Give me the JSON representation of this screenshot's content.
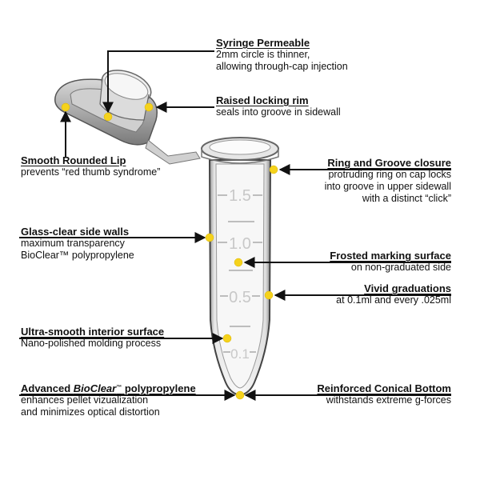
{
  "figure": {
    "subject": "microcentrifuge-tube-1.5ml",
    "accent_color": "#f5d21c",
    "line_color": "#111111",
    "graduations": [
      "1.5",
      "1.0",
      "0.5",
      "0.1"
    ]
  },
  "callouts": [
    {
      "id": "syringe",
      "title": "Syringe Permeable",
      "desc": [
        "2mm circle is thinner,",
        "allowing through-cap injection"
      ],
      "side": "right"
    },
    {
      "id": "rim",
      "title": "Raised locking rim",
      "desc": [
        "seals into groove in sidewall"
      ],
      "side": "right"
    },
    {
      "id": "lip",
      "title": "Smooth Rounded Lip",
      "desc": [
        "prevents “red thumb syndrome”"
      ],
      "side": "left"
    },
    {
      "id": "ring",
      "title": "Ring and Groove closure",
      "desc": [
        "protruding ring on cap locks",
        "into groove in upper sidewall",
        "with a distinct “click”"
      ],
      "side": "right"
    },
    {
      "id": "glass",
      "title": "Glass-clear side walls",
      "desc": [
        "maximum transparency",
        "BioClear™ polypropylene"
      ],
      "side": "left"
    },
    {
      "id": "frosted",
      "title": "Frosted marking surface",
      "desc": [
        "on non-graduated side"
      ],
      "side": "right"
    },
    {
      "id": "vivid",
      "title": "Vivid graduations",
      "desc": [
        "at 0.1ml and every .025ml"
      ],
      "side": "right"
    },
    {
      "id": "interior",
      "title": "Ultra-smooth interior surface",
      "desc": [
        "Nano-polished molding process"
      ],
      "side": "left"
    },
    {
      "id": "advanced",
      "title_pre": "Advanced ",
      "title_em": "BioClear",
      "title_tm": "™",
      "title_post": " polypropylene",
      "desc": [
        "enhances pellet vizualization",
        "and minimizes optical distortion"
      ],
      "side": "left"
    },
    {
      "id": "conical",
      "title": "Reinforced Conical Bottom",
      "desc": [
        "withstands extreme g-forces"
      ],
      "side": "right"
    }
  ]
}
